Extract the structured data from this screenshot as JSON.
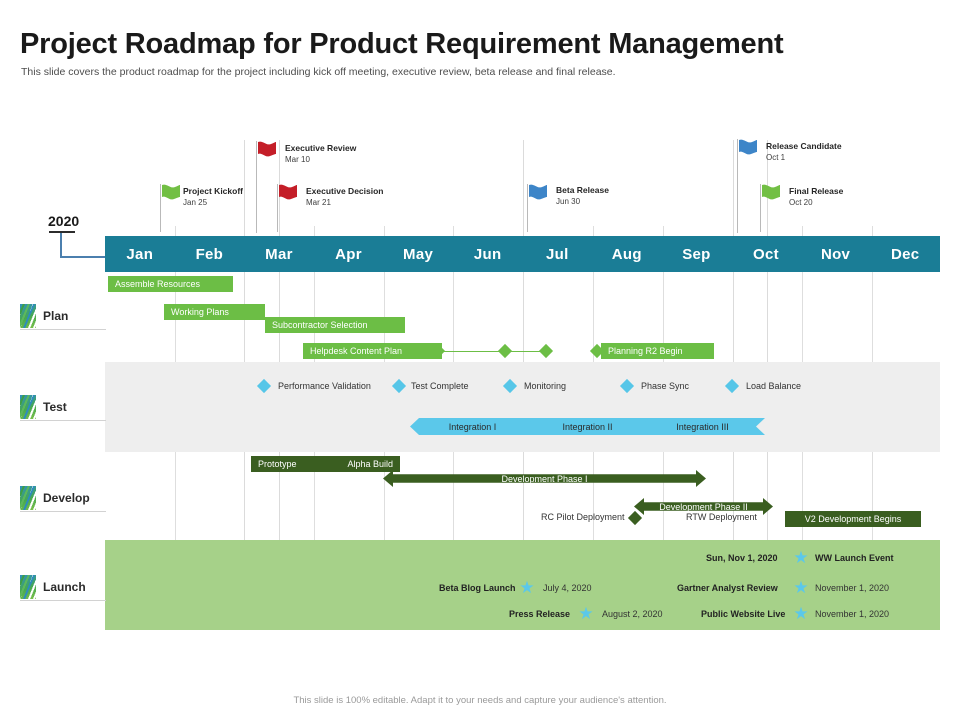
{
  "header": {
    "title": "Project Roadmap for Product Requirement Management",
    "subtitle": "This slide covers the product roadmap for the project including kick off meeting, executive review, beta release and final release.",
    "footer": "This slide is 100% editable. Adapt it to your needs and capture your audience's attention."
  },
  "colors": {
    "header_bar": "#1a7d96",
    "green": "#6cbe45",
    "dark_green": "#3a5e20",
    "blue": "#5bc8ea",
    "launch_band": "#a6d189",
    "test_band": "#eeeeee",
    "flag_red": "#c41e28",
    "flag_green": "#72bf44",
    "flag_blue": "#3d85c8"
  },
  "timeline": {
    "year": "2020",
    "months": [
      "Jan",
      "Feb",
      "Mar",
      "Apr",
      "May",
      "Jun",
      "Jul",
      "Aug",
      "Sep",
      "Oct",
      "Nov",
      "Dec"
    ]
  },
  "milestones": [
    {
      "name": "Project Kickoff",
      "date": "Jan 25",
      "flag_color": "green"
    },
    {
      "name": "Executive Review",
      "date": "Mar 10",
      "flag_color": "red"
    },
    {
      "name": "Executive Decision",
      "date": "Mar 21",
      "flag_color": "red"
    },
    {
      "name": "Beta Release",
      "date": "Jun 30",
      "flag_color": "blue"
    },
    {
      "name": "Release Candidate",
      "date": "Oct 1",
      "flag_color": "blue"
    },
    {
      "name": "Final Release",
      "date": "Oct 20",
      "flag_color": "green"
    }
  ],
  "rows": [
    {
      "label": "Plan",
      "bars": [
        {
          "text": "Assemble Resources"
        },
        {
          "text": "Working Plans"
        },
        {
          "text": "Subcontractor Selection"
        },
        {
          "text": "Helpdesk Content Plan"
        },
        {
          "text": "Planning R2 Begin"
        }
      ],
      "diamond_count": 4
    },
    {
      "label": "Test",
      "markers": [
        {
          "text": "Performance Validation"
        },
        {
          "text": "Test Complete"
        },
        {
          "text": "Monitoring"
        },
        {
          "text": "Phase Sync"
        },
        {
          "text": "Load Balance"
        }
      ],
      "chevrons": [
        {
          "text": "Integration I"
        },
        {
          "text": "Integration II"
        },
        {
          "text": "Integration III"
        }
      ]
    },
    {
      "label": "Develop",
      "bars": [
        {
          "text_left": "Prototype",
          "text_right": "Alpha Build"
        },
        {
          "text": "Development Phase I"
        },
        {
          "text": "Development Phase II"
        },
        {
          "text": "V2 Development Begins"
        }
      ],
      "markers": [
        {
          "text": "RC Pilot Deployment"
        },
        {
          "text": "RTW Deployment"
        }
      ]
    },
    {
      "label": "Launch",
      "events": [
        {
          "name": "WW Launch Event",
          "date": "Sun, Nov 1, 2020",
          "date_side": "left"
        },
        {
          "name": "Beta Blog Launch",
          "date": "July 4, 2020",
          "date_side": "right"
        },
        {
          "name": "Gartner Analyst Review",
          "date": "November 1, 2020",
          "date_side": "right"
        },
        {
          "name": "Press Release",
          "date": "August 2, 2020",
          "date_side": "right"
        },
        {
          "name": "Public Website Live",
          "date": "November 1, 2020",
          "date_side": "right"
        }
      ]
    }
  ]
}
